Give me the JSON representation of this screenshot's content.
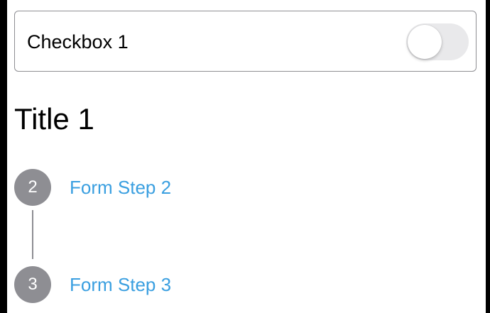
{
  "checkbox": {
    "label": "Checkbox 1",
    "checked": false
  },
  "title": "Title 1",
  "steps": [
    {
      "number": "2",
      "label": "Form Step 2"
    },
    {
      "number": "3",
      "label": "Form Step 3"
    }
  ],
  "colors": {
    "link": "#3a9fe0",
    "step_circle": "#8e8e93",
    "toggle_off_track": "#e9e9eb",
    "card_border": "#8e8e93"
  }
}
